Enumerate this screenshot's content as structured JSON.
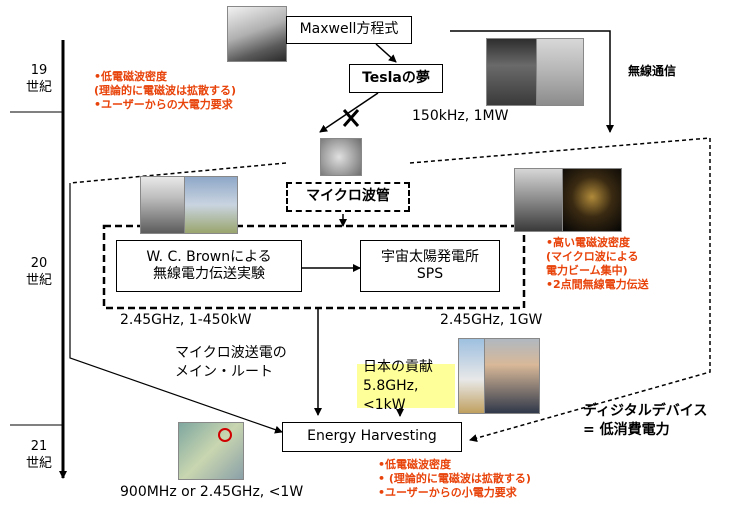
{
  "eras": {
    "c19": [
      "19",
      "世紀"
    ],
    "c20": [
      "20",
      "世紀"
    ],
    "c21": [
      "21",
      "世紀"
    ]
  },
  "nodes": {
    "maxwell": "Maxwell方程式",
    "tesla": "Teslaの夢",
    "microwave_tube": "マイクロ波管",
    "brown": [
      "W. C. Brownによる",
      "無線電力伝送実験"
    ],
    "sps": [
      "宇宙太陽発電所",
      "SPS"
    ],
    "energy_harvesting": "Energy Harvesting",
    "japan": [
      "日本の貢献",
      "5.8GHz, <1kW"
    ]
  },
  "labels": {
    "tesla_spec": "150kHz, 1MW",
    "wireless_comm": "無線通信",
    "brown_spec": "2.45GHz, 1-450kW",
    "sps_spec": "2.45GHz, 1GW",
    "main_route": [
      "マイクロ波送電の",
      "メイン・ルート"
    ],
    "digital": [
      "ディジタルデバイス",
      "= 低消費電力"
    ],
    "eh_spec": "900MHz or 2.45GHz, <1W"
  },
  "notes": {
    "c19": [
      "•低電磁波密度",
      "(理論的に電磁波は拡散する)",
      "•ユーザーからの大電力要求"
    ],
    "c20": [
      "•高い電磁波密度",
      "(マイクロ波による",
      "電力ビーム集中)",
      "•2点間無線電力伝送"
    ],
    "c21": [
      "•低電磁波密度",
      "• (理論的に電磁波は拡散する)",
      "•ユーザーからの小電力要求"
    ]
  },
  "colors": {
    "note_text": "#e8430a",
    "highlight": "#ffff99",
    "photo_gray": "#9a9a9a"
  }
}
